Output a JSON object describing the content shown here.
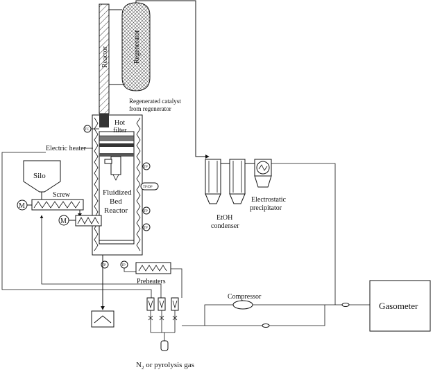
{
  "labels": {
    "reactor": "Reactor",
    "regenerator": "Regenerator",
    "regen_catalyst": "Regenerated catalyst",
    "regen_from": "from regenerator",
    "hot_filter_1": "Hot",
    "hot_filter_2": "filter",
    "electric_heater": "Electric heater",
    "silo": "Silo",
    "screw": "Screw",
    "fluidized_1": "Fluidized",
    "fluidized_2": "Bed",
    "fluidized_3": "Reactor",
    "preheaters": "Preheaters",
    "etoh_1": "EtOH",
    "etoh_2": "condenser",
    "esp_1": "Electrostatic",
    "esp_2": "precipitator",
    "compressor": "Compressor",
    "gasometer": "Gasometer",
    "feed_n": "N",
    "feed_sub": "2",
    "feed_rest": " or pyrolysis gas",
    "motor": "M",
    "tc": "TC",
    "tp": "TP",
    "tp_dp": "TP/DP"
  }
}
